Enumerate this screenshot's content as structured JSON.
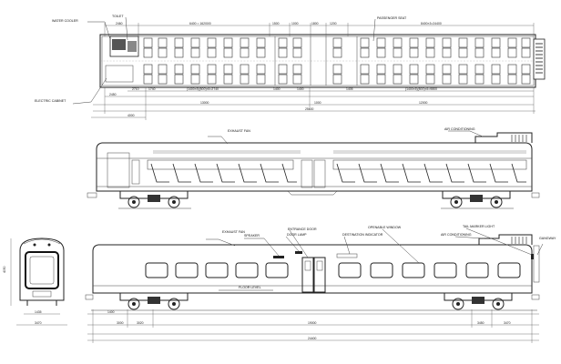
{
  "labels": {
    "water_cooler": "WATER COOLER",
    "toilet": "TOILET",
    "passenger_seat": "PASSENGER SEAT",
    "electric_cabinet": "ELECTRIC CABINET",
    "exhaust_fan_side": "EXHAUST FAN",
    "air_conditioning_side": "AIR CONDITIONING",
    "exhaust_fan_elev": "EXHAUST FAN",
    "speaker": "SPEAKER",
    "entrance_door": "ENTRANCE DOOR",
    "door_lamp": "DOOR LAMP",
    "destination_indicator": "DESTINATION INDICATOR",
    "openable_window": "OPENABLE WINDOW",
    "tail_marker_light": "TAIL MARKER LIGHT",
    "air_conditioning_elev": "AIR CONDITIONING",
    "gangway": "GANGWAY",
    "floor_level": "FLOOR LEVEL"
  },
  "dimensions": {
    "top_left_2460": "2460",
    "top_formula_left": "6400 = 16200/0",
    "top_1500": "1500",
    "top_mid_1000": "1000",
    "top_1800": "1800",
    "top_1200": "1200",
    "top_formula_right": "8400×3=24400",
    "bot_2710": "2710",
    "bot_1740": "1740",
    "bot_formula_left": "(1400×5)(500)×5=2740",
    "bot_1400a": "1400",
    "bot_1400b": "1400",
    "bot_1405": "1405",
    "bot_formula_right": "(1400×5)(500)×5=9800",
    "overall_2450": "2450",
    "overall_13000": "13000",
    "overall_1000": "1000",
    "overall_12000": "12000",
    "overall_25600": "25600",
    "overall_4000": "4000",
    "elev_1400": "1400",
    "elev_3000": "3000",
    "elev_3020": "3020",
    "elev_3470": "3470",
    "elev_19000": "19000",
    "elev_3450": "3450",
    "elev_24400": "24400",
    "end_height": "4050",
    "end_width_1": "1435",
    "end_width_2": "3470"
  }
}
